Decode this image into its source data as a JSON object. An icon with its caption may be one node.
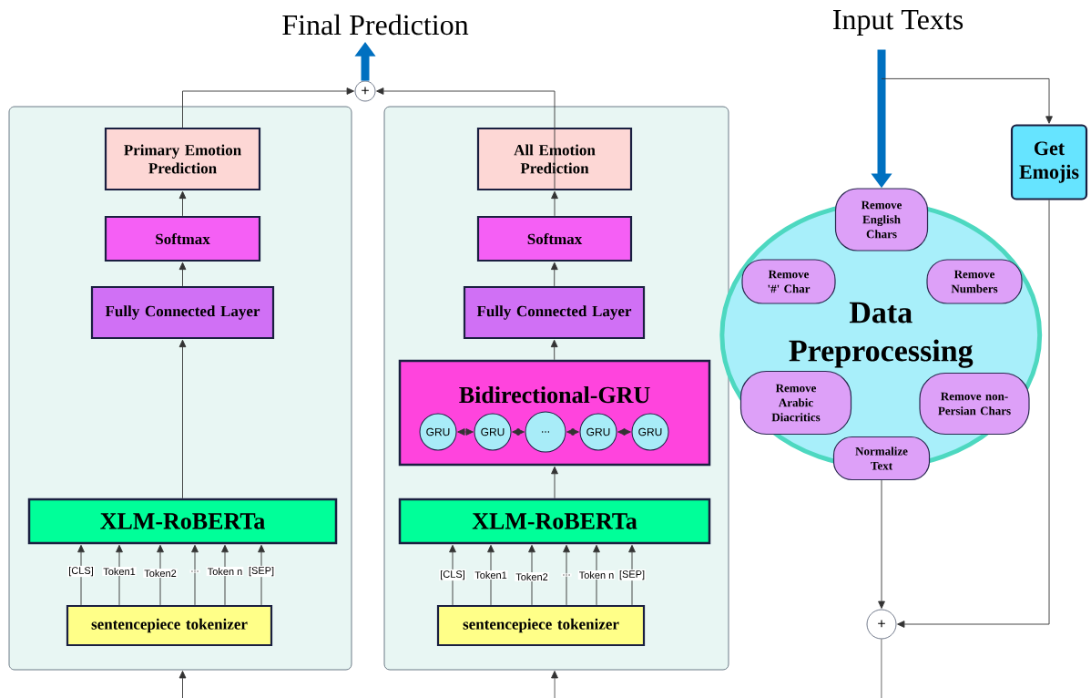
{
  "diagram": {
    "nodes": [
      {
        "text": [
          "Final Prediction"
        ]
      },
      {
        "text": [
          "+"
        ]
      },
      {
        "text": [],
        "shape": "box"
      },
      {
        "text": [
          "Primary Emotion Prediction"
        ],
        "in": 2
      },
      {
        "text": [
          "Softmax"
        ],
        "in": 2
      },
      {
        "text": [
          "Fully Connected Layer"
        ],
        "in": 2
      },
      {
        "text": [
          "XLM-RoBERTa"
        ],
        "in": 2
      },
      {
        "text": [
          "sentencepiece tokenizer"
        ],
        "in": 2
      },
      {
        "text": [],
        "shape": "box"
      },
      {
        "text": [
          "All Emotion Prediction"
        ],
        "in": 8
      },
      {
        "text": [
          "Softmax"
        ],
        "in": 8
      },
      {
        "text": [
          "Fully Connected Layer"
        ],
        "in": 8
      },
      {
        "text": [
          "Bidirectional-GRU"
        ],
        "in": 8
      },
      {
        "text": [
          "GRU"
        ],
        "in": 12
      },
      {
        "text": [
          "GRU"
        ],
        "in": 12
      },
      {
        "text": [
          "..."
        ],
        "in": 12
      },
      {
        "text": [
          "GRU"
        ],
        "in": 12
      },
      {
        "text": [
          "GRU"
        ],
        "in": 12
      },
      {
        "text": [
          "XLM-RoBERTa"
        ],
        "in": 8
      },
      {
        "text": [
          "sentencepiece tokenizer"
        ],
        "in": 8
      },
      {
        "text": [
          "Input Texts"
        ]
      },
      {
        "text": [
          "Data Preprocessing"
        ]
      },
      {
        "text": [
          "Remove English Chars"
        ]
      },
      {
        "text": [
          "Remove '#' Char"
        ],
        "in": 21
      },
      {
        "text": [
          "Remove Numbers"
        ],
        "in": 21
      },
      {
        "text": [
          "Remove Arabic Diacritics"
        ],
        "in": 21
      },
      {
        "text": [
          "Remove non-Persian Chars"
        ],
        "in": 21
      },
      {
        "text": [
          "Normalize Text"
        ]
      },
      {
        "text": [
          "Get Emojis"
        ]
      },
      {
        "text": [
          "+"
        ]
      }
    ],
    "edges": [
      {
        "from": 1,
        "to": 0,
        "arrow": "to",
        "style": "thick",
        "color": "#0070c0"
      },
      {
        "from": 3,
        "to": 1,
        "arrow": "to"
      },
      {
        "from": 9,
        "to": 1,
        "arrow": "to"
      },
      {
        "from": 4,
        "to": 3,
        "arrow": "to"
      },
      {
        "from": 5,
        "to": 4,
        "arrow": "to"
      },
      {
        "from": 6,
        "to": 5,
        "arrow": "to"
      },
      {
        "from": 7,
        "to": 6,
        "arrow": "to",
        "label": "[CLS]"
      },
      {
        "from": 7,
        "to": 6,
        "arrow": "to",
        "label": "Token1"
      },
      {
        "from": 7,
        "to": 6,
        "arrow": "to",
        "label": "Token2"
      },
      {
        "from": 7,
        "to": 6,
        "arrow": "to",
        "label": "..."
      },
      {
        "from": 7,
        "to": 6,
        "arrow": "to",
        "label": "Token n"
      },
      {
        "from": 7,
        "to": 6,
        "arrow": "to",
        "label": "[SEP]"
      },
      {
        "from": null,
        "to": 2,
        "arrow": "to"
      },
      {
        "from": 10,
        "to": 9,
        "arrow": "to"
      },
      {
        "from": 11,
        "to": 10,
        "arrow": "to"
      },
      {
        "from": 12,
        "to": 11,
        "arrow": "to"
      },
      {
        "from": 18,
        "to": 12,
        "arrow": "to"
      },
      {
        "from": 19,
        "to": 18,
        "arrow": "to",
        "label": "[CLS]"
      },
      {
        "from": 19,
        "to": 18,
        "arrow": "to",
        "label": "Token1"
      },
      {
        "from": 19,
        "to": 18,
        "arrow": "to",
        "label": "Token2"
      },
      {
        "from": 19,
        "to": 18,
        "arrow": "to",
        "label": "..."
      },
      {
        "from": 19,
        "to": 18,
        "arrow": "to",
        "label": "Token n"
      },
      {
        "from": 19,
        "to": 18,
        "arrow": "to",
        "label": "[SEP]"
      },
      {
        "from": null,
        "to": 8,
        "arrow": "to"
      },
      {
        "from": 13,
        "to": 14,
        "arrow": "both"
      },
      {
        "from": 14,
        "to": 15,
        "arrow": "both"
      },
      {
        "from": 15,
        "to": 16,
        "arrow": "both"
      },
      {
        "from": 16,
        "to": 17,
        "arrow": "both"
      },
      {
        "from": 20,
        "to": 22,
        "arrow": "to",
        "style": "thick",
        "color": "#0070c0"
      },
      {
        "from": 20,
        "to": 28,
        "arrow": "to"
      },
      {
        "from": 27,
        "to": 29,
        "arrow": "to"
      },
      {
        "from": 28,
        "to": 29,
        "arrow": "to"
      },
      {
        "from": 29,
        "to": null,
        "arrow": "none"
      }
    ]
  }
}
